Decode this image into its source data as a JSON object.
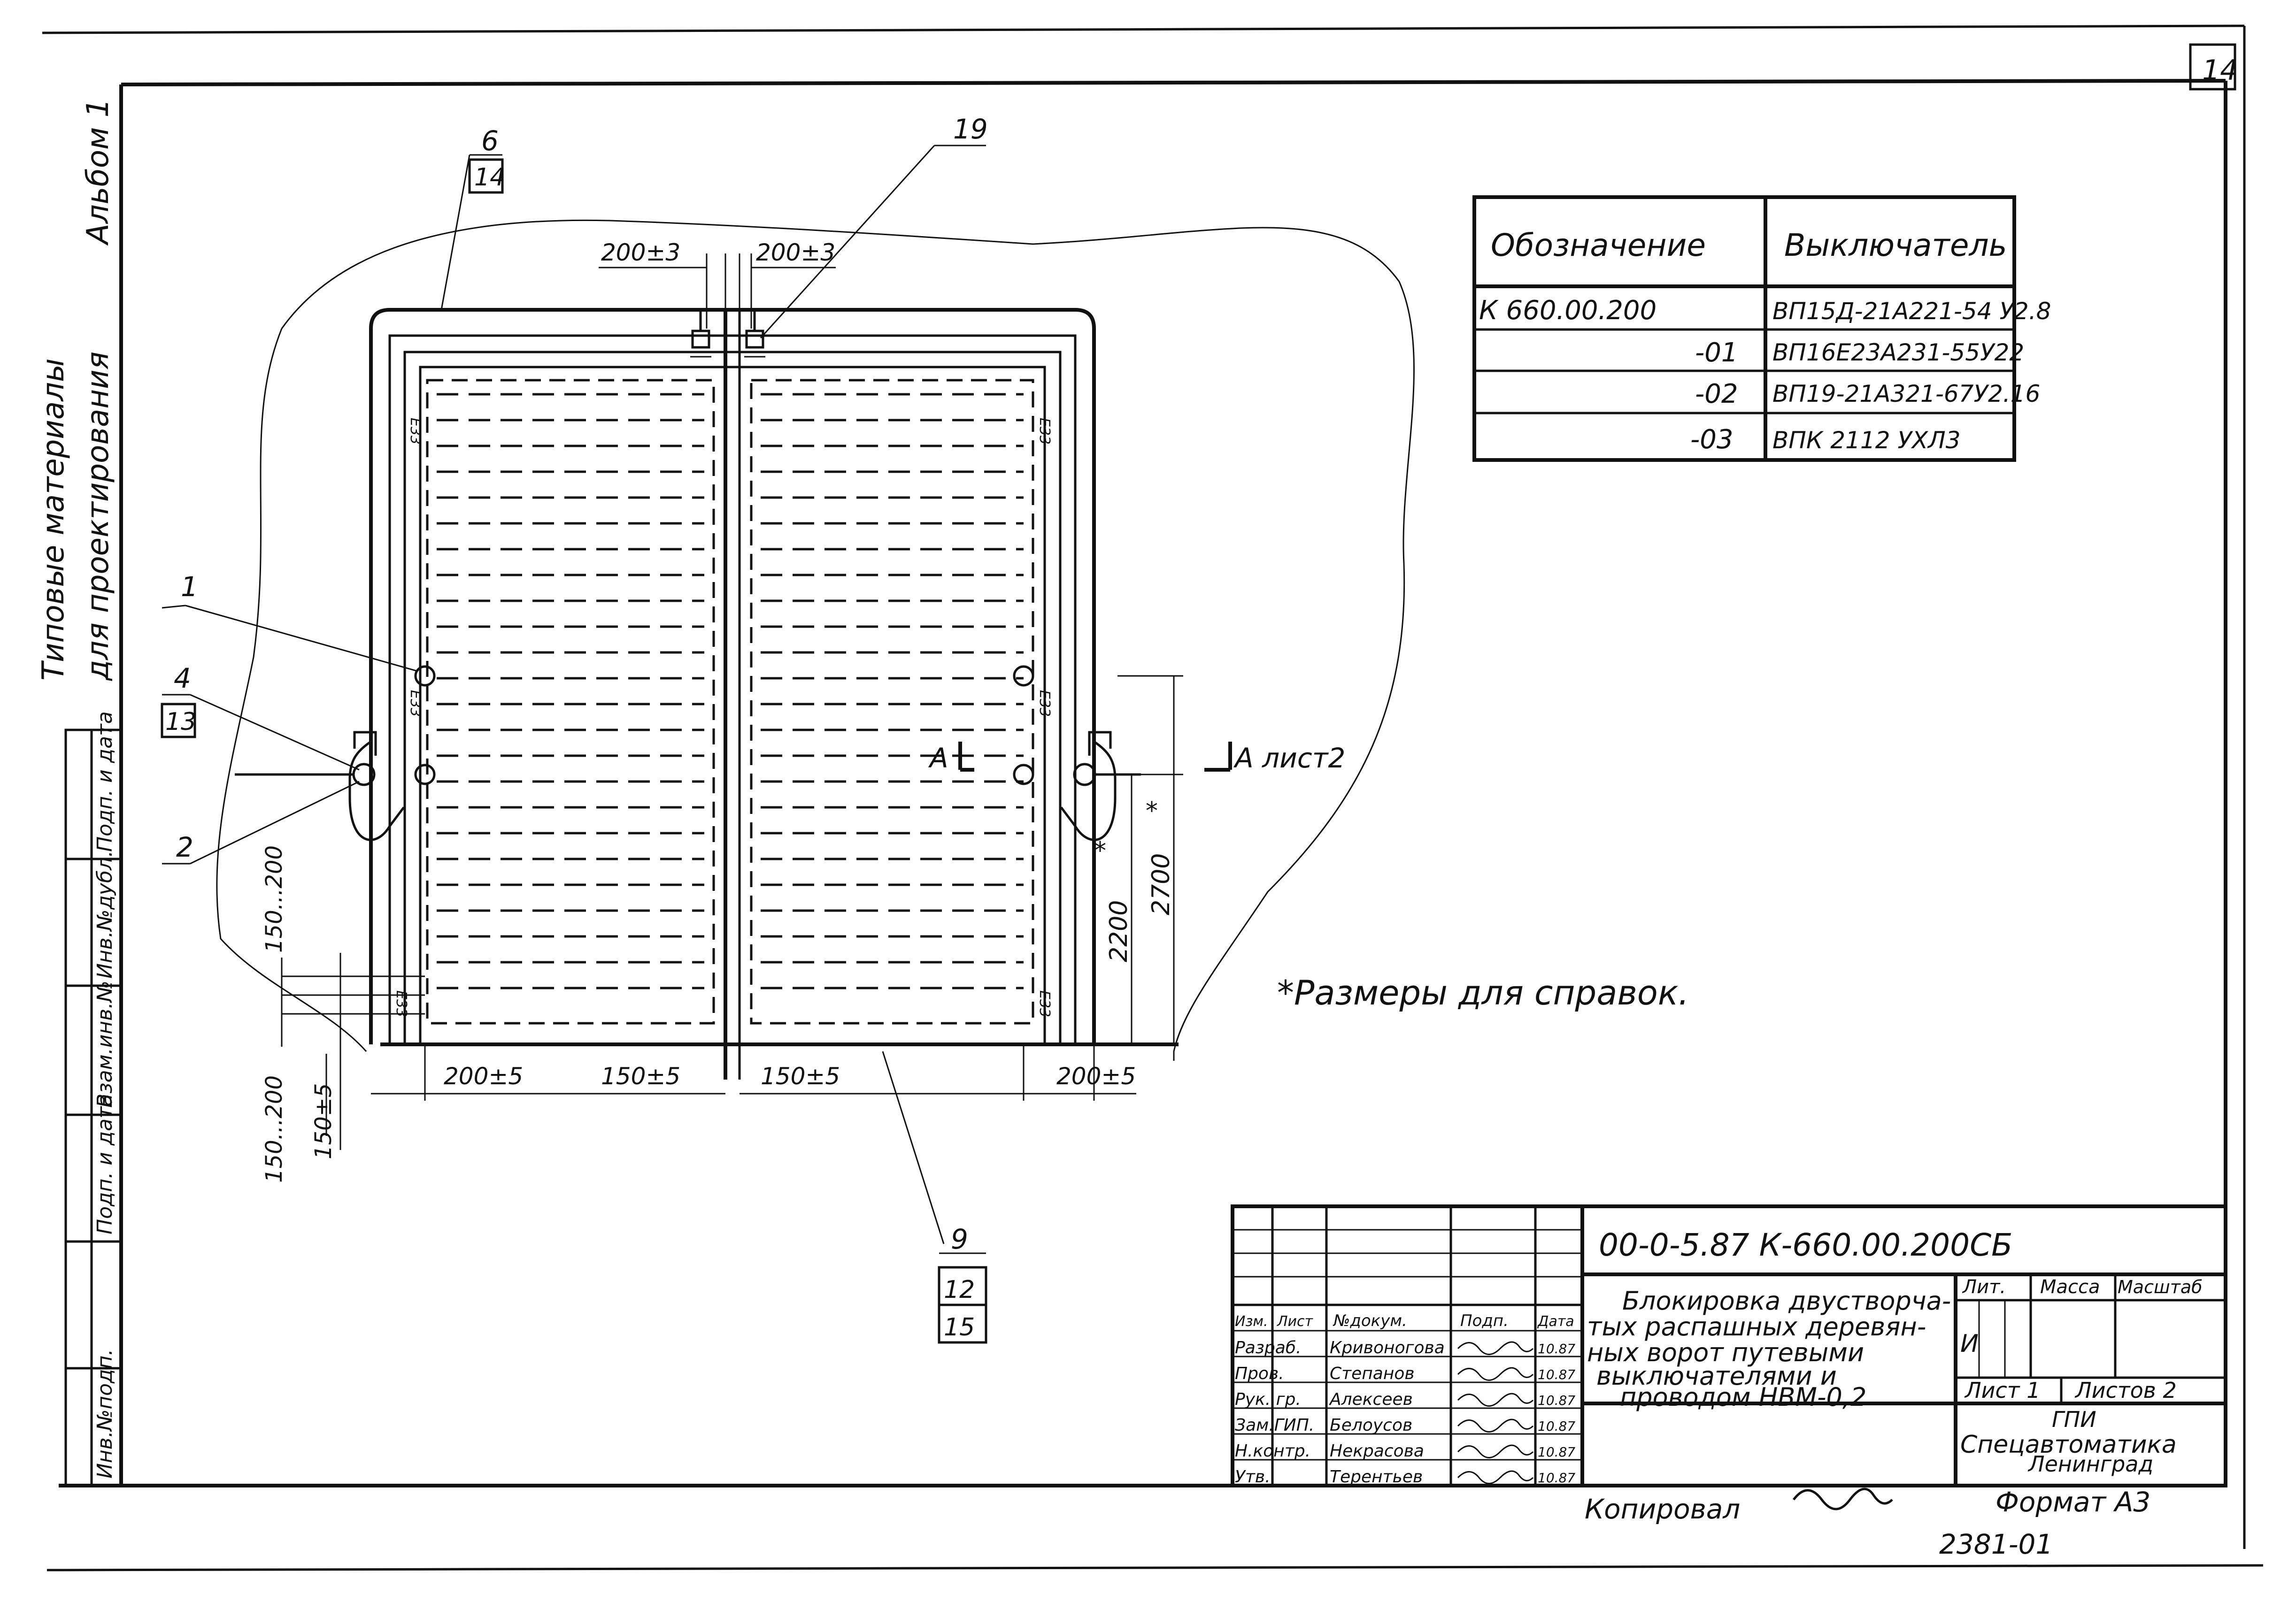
{
  "sheet": {
    "number": "14",
    "album": "Альбом 1",
    "series_line1": "Типовые материалы",
    "series_line2": "для проектирования",
    "copied_label": "Копировал",
    "format_label": "Формат А3",
    "inventory": "2381-01"
  },
  "left_stamp": [
    "Подп. и дата",
    "Инв.№дубл.",
    "Взам.инв.№",
    "Подп. и дата",
    "Инв.№подп."
  ],
  "variants_table": {
    "headers": [
      "Обозначение",
      "Выключатель"
    ],
    "rows": [
      [
        "К 660.00.200",
        "ВП15Д-21А221-54 У2.8"
      ],
      [
        "-01",
        "ВП16Е23А231-55У22"
      ],
      [
        "-02",
        "ВП19-21А321-67У2.16"
      ],
      [
        "-03",
        "ВПК 2112 УХЛ3"
      ]
    ]
  },
  "callouts": {
    "c1": "1",
    "c2": "2",
    "c4": "4",
    "c13": "13",
    "c6": "6",
    "c14": "14",
    "c19": "19",
    "c9": "9",
    "c12": "12",
    "c15": "15"
  },
  "dimensions": {
    "top_left": "200±3",
    "top_right": "200±3",
    "bottom": [
      "200±5",
      "150±5",
      "150±5",
      "200±5"
    ],
    "left_vertical": "150...200",
    "left_bottom_a": "150...200",
    "left_bottom_b": "150±5",
    "height_2200": "2200",
    "height_2700": "2700",
    "star": "*"
  },
  "section": {
    "label": "А",
    "ref": "А лист2"
  },
  "pins": [
    "Е33",
    "Е33",
    "Е33",
    "Е33",
    "Е33",
    "Е33"
  ],
  "note": "*Размеры для справок.",
  "title_block": {
    "code": "00-0-5.87   К-660.00.200СБ",
    "title_lines": [
      "Блокировка двустворча-",
      "тых распашных деревян-",
      "ных ворот путевыми",
      "выключателями и",
      "проводом НВМ-0,2"
    ],
    "head": [
      "Изм.",
      "Лист",
      "№докум.",
      "Подп.",
      "Дата"
    ],
    "people": [
      [
        "Разраб.",
        "Кривоногова",
        "10.87"
      ],
      [
        "Пров.",
        "Степанов",
        "10.87"
      ],
      [
        "Рук. гр.",
        "Алексеев",
        "10.87"
      ],
      [
        "Зам.ГИП.",
        "Белоусов",
        "10.87"
      ],
      [
        "Н.контр.",
        "Некрасова",
        "10.87"
      ],
      [
        "Утв.",
        "Терентьев",
        "10.87"
      ]
    ],
    "lit_label": "Лит.",
    "mass_label": "Масса",
    "scale_label": "Масштаб",
    "lit_value": "И",
    "sheet_label": "Лист 1",
    "sheets_label": "Листов 2",
    "org_lines": [
      "ГПИ",
      "Спецавтоматика",
      "Ленинград"
    ]
  }
}
